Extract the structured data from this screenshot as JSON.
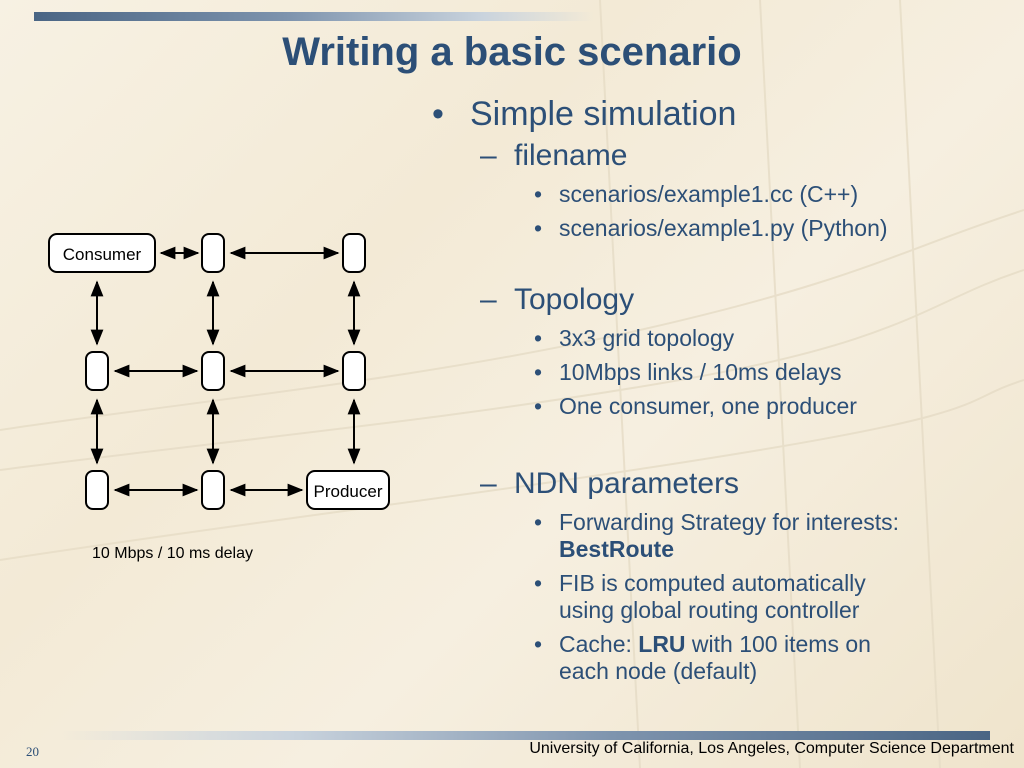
{
  "slide": {
    "title": "Writing a basic scenario",
    "page_number": "20",
    "footer": "University of California, Los Angeles, Computer Science Department"
  },
  "bullets": {
    "main": "Simple simulation",
    "filename": {
      "label": "filename",
      "items": [
        "scenarios/example1.cc (C++)",
        "scenarios/example1.py (Python)"
      ]
    },
    "topology": {
      "label": "Topology",
      "items": [
        "3x3 grid topology",
        "10Mbps links / 10ms delays",
        "One consumer, one producer"
      ]
    },
    "ndn": {
      "label": "NDN parameters",
      "forwarding_prefix": "Forwarding Strategy for interests:",
      "forwarding_value": "BestRoute",
      "fib_line1": "FIB is computed automatically",
      "fib_line2": "using global routing controller",
      "cache_prefix": "Cache: ",
      "cache_value": "LRU",
      "cache_suffix": " with 100 items on",
      "cache_line2": "each node (default)"
    }
  },
  "diagram": {
    "consumer_label": "Consumer",
    "producer_label": "Producer",
    "caption": "10 Mbps / 10 ms delay"
  }
}
